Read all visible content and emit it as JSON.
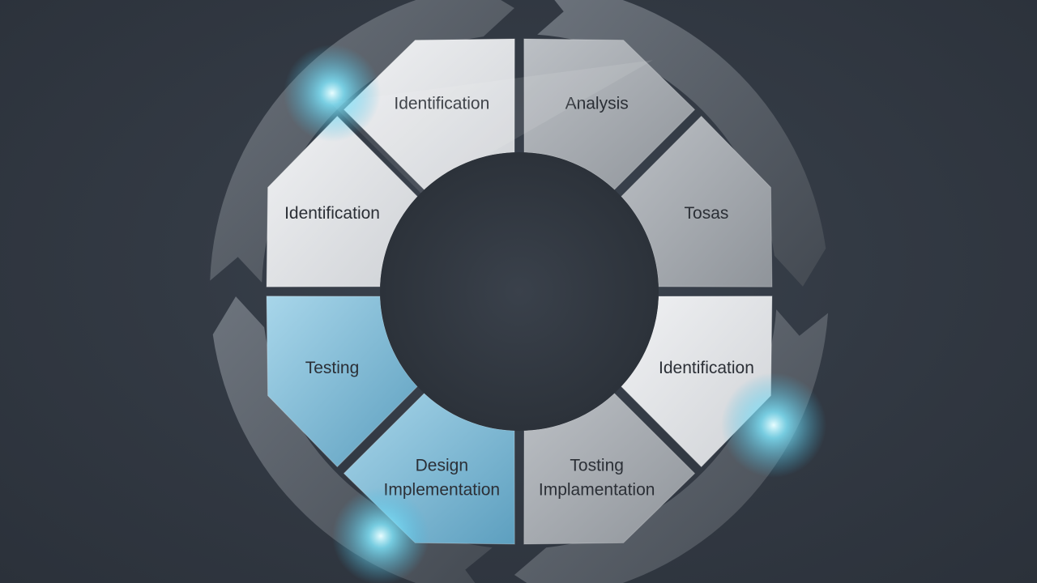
{
  "segments": [
    {
      "id": "top-left",
      "lines": [
        "Identification"
      ],
      "color": "light"
    },
    {
      "id": "top-right",
      "lines": [
        "Analysis"
      ],
      "color": "gray"
    },
    {
      "id": "right-upper",
      "lines": [
        "Tosas"
      ],
      "color": "gray"
    },
    {
      "id": "right-lower",
      "lines": [
        "Identification"
      ],
      "color": "light"
    },
    {
      "id": "bottom-right",
      "lines": [
        "Tosting",
        "Implamentation"
      ],
      "color": "gray"
    },
    {
      "id": "bottom-left",
      "lines": [
        "Design",
        "Implementation"
      ],
      "color": "blue"
    },
    {
      "id": "left-lower",
      "lines": [
        "Testing"
      ],
      "color": "blue"
    },
    {
      "id": "left-upper",
      "lines": [
        "Identification"
      ],
      "color": "light"
    }
  ],
  "colors": {
    "background": "#333a44",
    "light_segment": "#e3e5e8",
    "gray_segment": "#a9adb3",
    "blue_segment": "#8ec3da",
    "outer_ring": "#5b6169",
    "glow": "#7fe8ff"
  }
}
